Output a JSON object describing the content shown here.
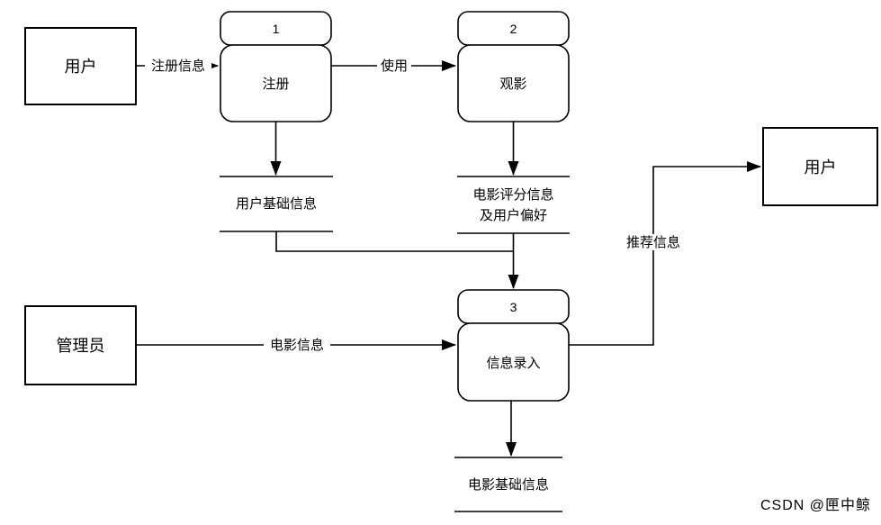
{
  "diagram": {
    "title_implicit": "",
    "entities": {
      "user_left": "用户",
      "admin": "管理员",
      "user_right": "用户"
    },
    "processes": {
      "p1": {
        "number": "1",
        "label": "注册"
      },
      "p2": {
        "number": "2",
        "label": "观影"
      },
      "p3": {
        "number": "3",
        "label": "信息录入"
      }
    },
    "datastores": {
      "d1": "用户基础信息",
      "d2_line1": "电影评分信息",
      "d2_line2": "及用户偏好",
      "d3": "电影基础信息"
    },
    "flows": {
      "register_info": "注册信息",
      "use": "使用",
      "movie_info": "电影信息",
      "recommend_info": "推荐信息"
    }
  },
  "watermark": "CSDN @匣中鲸",
  "colors": {
    "line": "#000000",
    "fill": "#ffffff",
    "watermark": "#d2d2d2",
    "background": "#ffffff"
  }
}
